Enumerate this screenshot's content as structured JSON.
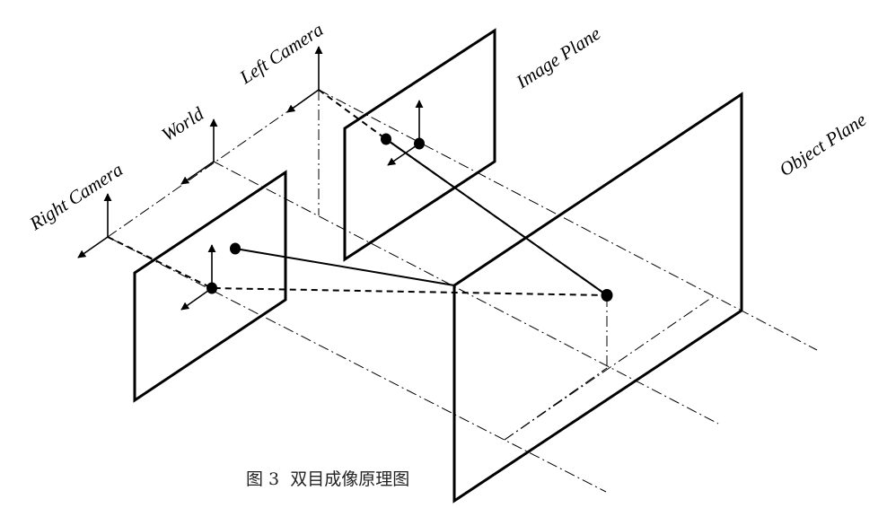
{
  "labels": {
    "left_camera": "Left Camera",
    "world": "World",
    "right_camera": "Right Camera",
    "image_plane": "Image Plane",
    "object_plane": "Object Plane"
  },
  "caption": "图 3  双目成像原理图"
}
